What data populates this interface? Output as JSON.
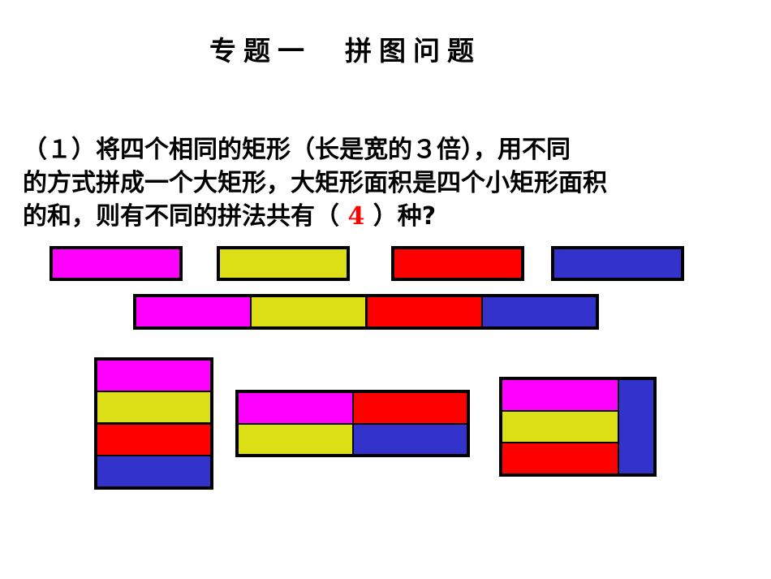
{
  "slide": {
    "title": "专题一  拼图问题",
    "question": {
      "line1": "（１）将四个相同的矩形（长是宽的３倍），用不同",
      "line2": "的方式拼成一个大矩形，大矩形面积是四个小矩形面积",
      "line3_before": "的和，则有不同的拼法共有（ ",
      "answer": "4",
      "line3_after": " ）种?"
    }
  },
  "colors": {
    "magenta": "#ff00ff",
    "yellow": "#dcdf16",
    "red": "#ff0000",
    "blue": "#3333cc",
    "border": "#000000",
    "answer": "#ff0000"
  },
  "figures": {
    "single_rectangles": [
      "magenta",
      "yellow",
      "red",
      "blue"
    ],
    "arrangement_1": {
      "layout": "1x4 horizontal row",
      "order": [
        "magenta",
        "yellow",
        "red",
        "blue"
      ]
    },
    "arrangement_2": {
      "layout": "4x1 vertical stack",
      "order": [
        "magenta",
        "yellow",
        "red",
        "blue"
      ]
    },
    "arrangement_3": {
      "layout": "2x2 grid",
      "order": [
        "magenta",
        "red",
        "yellow",
        "blue"
      ]
    },
    "arrangement_4": {
      "layout": "3 stacked + 1 vertical",
      "order": [
        "magenta",
        "yellow",
        "red",
        "blue"
      ]
    }
  }
}
